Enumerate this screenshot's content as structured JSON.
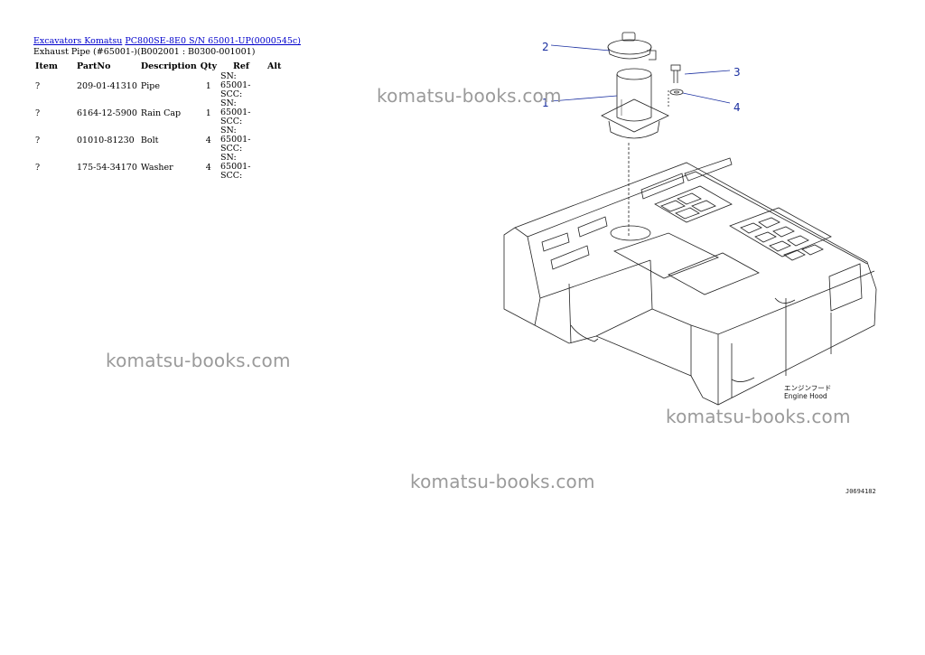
{
  "breadcrumb": {
    "link1": "Excavators Komatsu",
    "link2": "PC800SE-8E0 S/N 65001-UP(0000545c)"
  },
  "subtitle": "Exhaust Pipe (#65001-)(B002001 : B0300-001001)",
  "table": {
    "headers": [
      "Item",
      "PartNo",
      "Description",
      "Qty",
      "Ref",
      "Alt"
    ],
    "rows": [
      {
        "item": "?",
        "partno": "209-01-41310",
        "description": "Pipe",
        "qty": "1",
        "ref": "SN: 65001-SCC:",
        "alt": ""
      },
      {
        "item": "?",
        "partno": "6164-12-5900",
        "description": "Rain Cap",
        "qty": "1",
        "ref": "SN: 65001-SCC:",
        "alt": ""
      },
      {
        "item": "?",
        "partno": "01010-81230",
        "description": "Bolt",
        "qty": "4",
        "ref": "SN: 65001-SCC:",
        "alt": ""
      },
      {
        "item": "?",
        "partno": "175-54-34170",
        "description": "Washer",
        "qty": "4",
        "ref": "SN: 65001-SCC:",
        "alt": ""
      }
    ]
  },
  "watermarks": [
    "komatsu-books.com",
    "komatsu-books.com",
    "komatsu-books.com",
    "komatsu-books.com"
  ],
  "diagram": {
    "callouts": [
      "1",
      "2",
      "3",
      "4"
    ],
    "engine_hood_jp": "エンジンフード",
    "engine_hood_en": "Engine Hood",
    "drawing_code": "J0694182"
  },
  "colors": {
    "link": "#0000cc",
    "callout": "#1a2fa0",
    "watermark": "#9a9a9a"
  }
}
